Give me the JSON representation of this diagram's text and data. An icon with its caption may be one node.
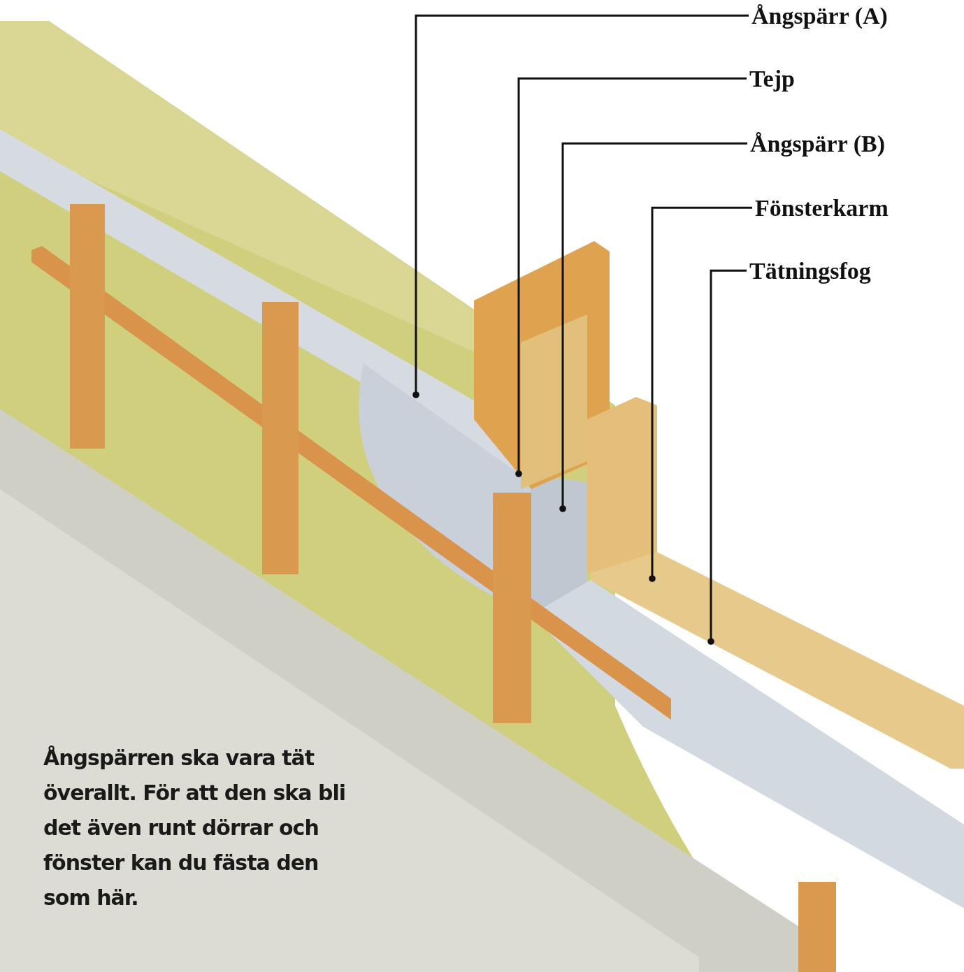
{
  "diagram": {
    "caption": "Ångspärren ska vara tät överallt. För att den ska bli det även runt dörrar och fönster kan du fästa den som här.",
    "nodes": [
      {
        "text": [
          "Ångspärr (A)"
        ]
      },
      {
        "text": [
          "Tejp"
        ]
      },
      {
        "text": [
          "Ångspärr (B)"
        ]
      },
      {
        "text": [
          "Fönsterkarm"
        ]
      },
      {
        "text": [
          "Tätningsfog"
        ]
      }
    ],
    "edges": [
      {
        "from": 0,
        "to": null,
        "arrow": "other"
      },
      {
        "from": 1,
        "to": null,
        "arrow": "other"
      },
      {
        "from": 2,
        "to": null,
        "arrow": "other"
      },
      {
        "from": 3,
        "to": null,
        "arrow": "other"
      },
      {
        "from": 4,
        "to": null,
        "arrow": "other"
      }
    ]
  }
}
